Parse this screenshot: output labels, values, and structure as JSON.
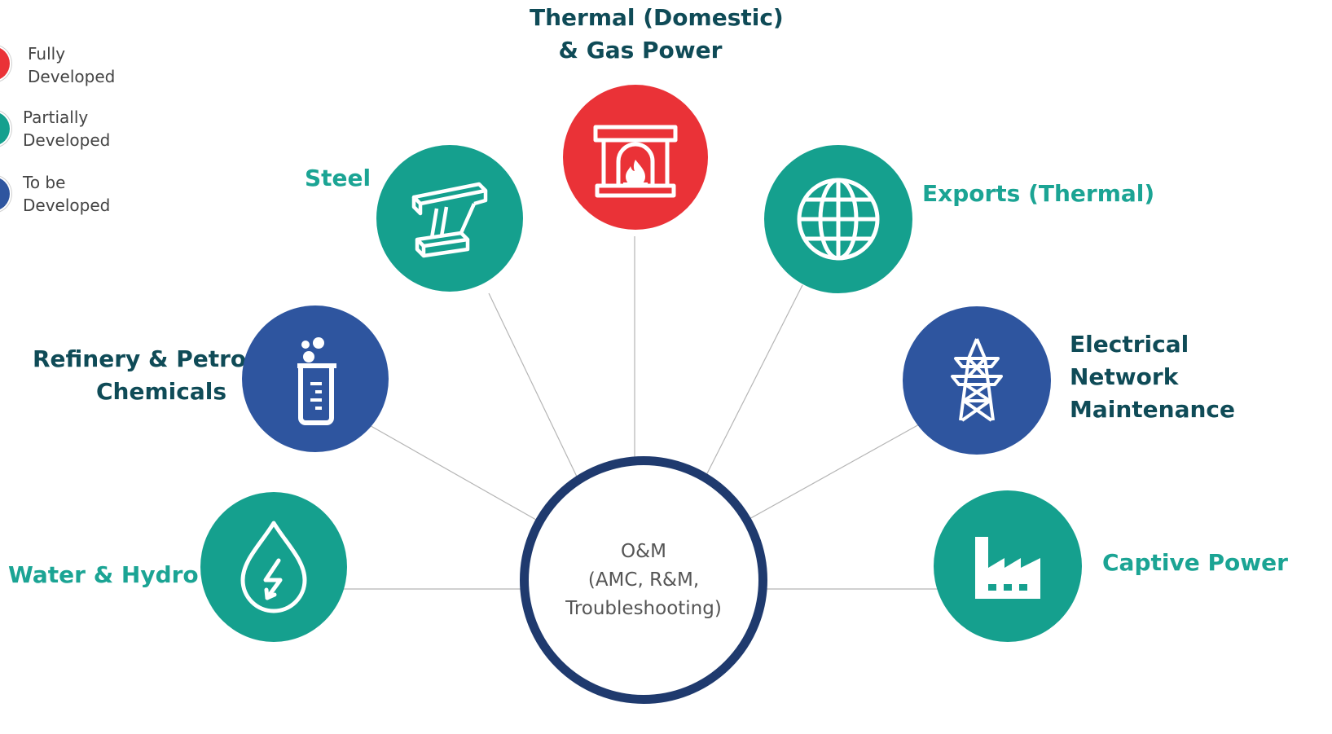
{
  "colors": {
    "fully_developed": "#ea3237",
    "partially_developed": "#15a08e",
    "to_be_developed": "#2e559f",
    "hub_ring": "#1f3a6e",
    "connector": "#b5b5b5",
    "label_dark": "#0f4b57",
    "label_teal": "#1ba494"
  },
  "legend": [
    {
      "line1": "Fully",
      "line2": "Developed",
      "status": "fully_developed"
    },
    {
      "line1": "Partially",
      "line2": "Developed",
      "status": "partially_developed"
    },
    {
      "line1": "To be",
      "line2": "Developed",
      "status": "to_be_developed"
    }
  ],
  "hub": {
    "line1": "O&M",
    "line2": "(AMC, R&M,",
    "line3": "Troubleshooting)"
  },
  "nodes": {
    "thermal": {
      "line1": "Thermal (Domestic)",
      "line2": "& Gas Power",
      "icon": "fireplace-icon",
      "status": "fully_developed"
    },
    "steel": {
      "line1": "Steel",
      "icon": "steel-beam-icon",
      "status": "partially_developed"
    },
    "exports": {
      "line1": "Exports (Thermal)",
      "icon": "globe-icon",
      "status": "partially_developed"
    },
    "refinery": {
      "line1": "Refinery & Petro",
      "line2": "Chemicals",
      "icon": "beaker-icon",
      "status": "to_be_developed"
    },
    "electrical": {
      "line1": "Electrical",
      "line2": "Network",
      "line3": "Maintenance",
      "icon": "transmission-tower-icon",
      "status": "to_be_developed"
    },
    "water": {
      "line1": "Water & Hydro",
      "icon": "water-drop-bolt-icon",
      "status": "partially_developed"
    },
    "captive": {
      "line1": "Captive Power",
      "icon": "factory-icon",
      "status": "partially_developed"
    }
  }
}
